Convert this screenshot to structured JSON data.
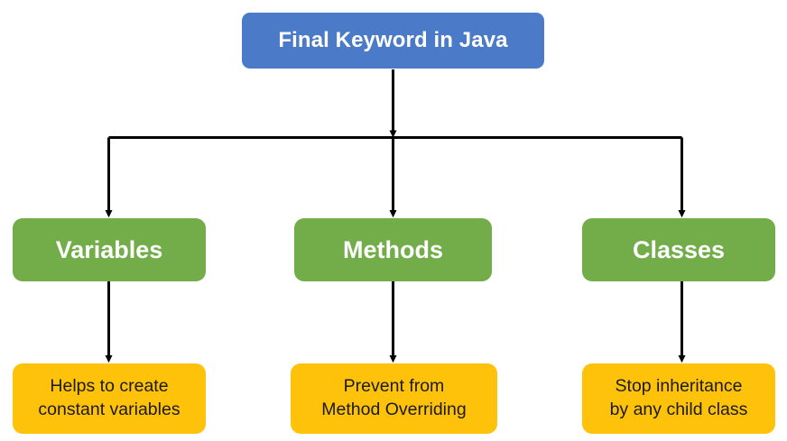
{
  "diagram": {
    "title_node": {
      "label": "Final Keyword in Java",
      "color": "#4a7ac8",
      "text_color": "#ffffff"
    },
    "branch_color": "#72ad4a",
    "leaf_color": "#ffc20a",
    "branches": [
      {
        "label": "Variables",
        "detail": "Helps to create\nconstant variables"
      },
      {
        "label": "Methods",
        "detail": "Prevent from\nMethod Overriding"
      },
      {
        "label": "Classes",
        "detail": "Stop inheritance\nby any child class"
      }
    ],
    "connector_color": "#000000"
  }
}
